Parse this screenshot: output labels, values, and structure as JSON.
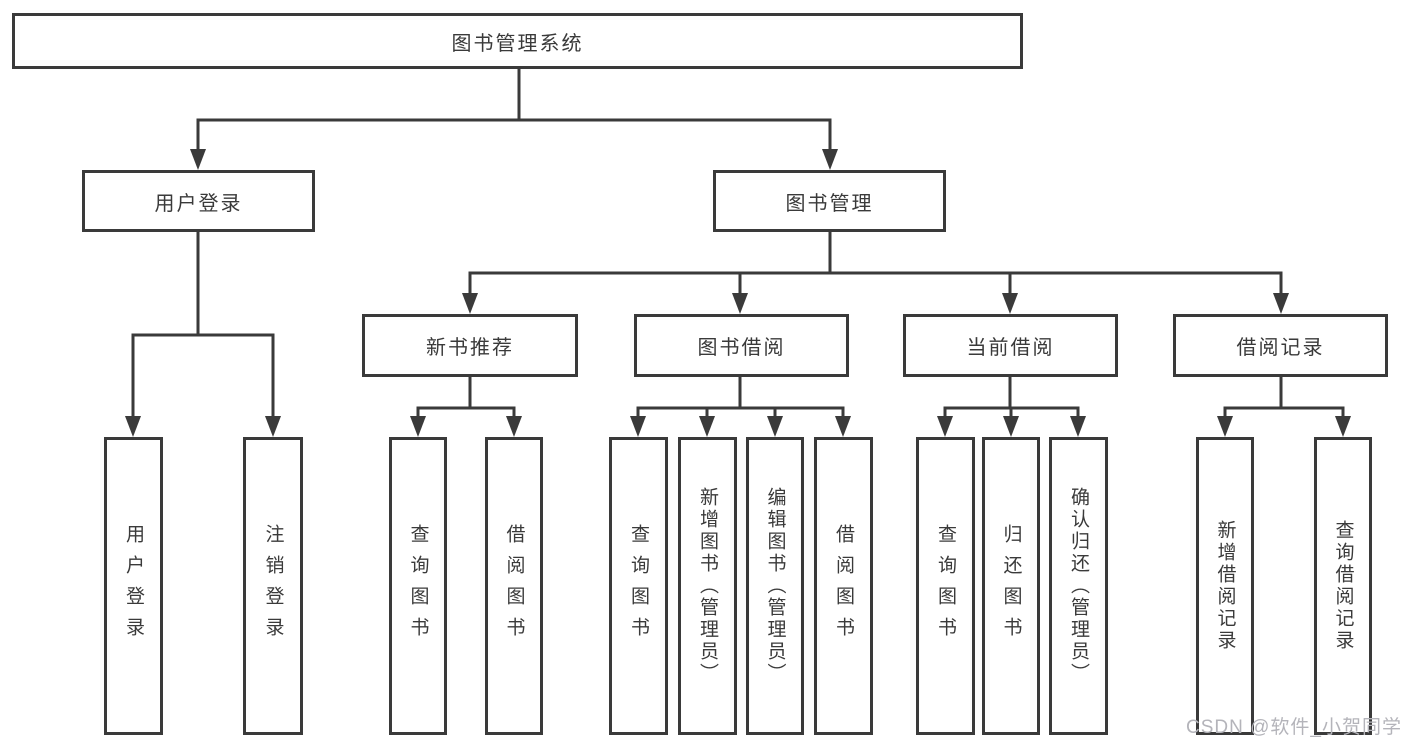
{
  "diagram_type": "hierarchy-tree",
  "nodes": {
    "root": "图书管理系统",
    "user_login": "用户登录",
    "book_management": "图书管理",
    "new_book_recommend": "新书推荐",
    "book_borrow": "图书借阅",
    "current_borrow": "当前借阅",
    "borrow_record": "借阅记录",
    "leaf_user_login": "用户登录",
    "leaf_logout": "注销登录",
    "leaf_nb_query_books": "查询图书",
    "leaf_nb_borrow_books": "借阅图书",
    "leaf_bb_query_books": "查询图书",
    "leaf_bb_add_books": "新增图书（管理员）",
    "leaf_bb_edit_books": "编辑图书（管理员）",
    "leaf_bb_borrow_books": "借阅图书",
    "leaf_cb_query_books": "查询图书",
    "leaf_cb_return_books": "归还图书",
    "leaf_cb_confirm_return": "确认归还（管理员）",
    "leaf_br_add_record": "新增借阅记录",
    "leaf_br_query_record": "查询借阅记录"
  },
  "watermark": "CSDN @软件_小贺同学",
  "colors": {
    "line": "#3a3a3a",
    "text": "#3a3a3a",
    "box_fill": "#ffffff",
    "watermark": "#b4b4ba",
    "background": "#ffffff"
  }
}
